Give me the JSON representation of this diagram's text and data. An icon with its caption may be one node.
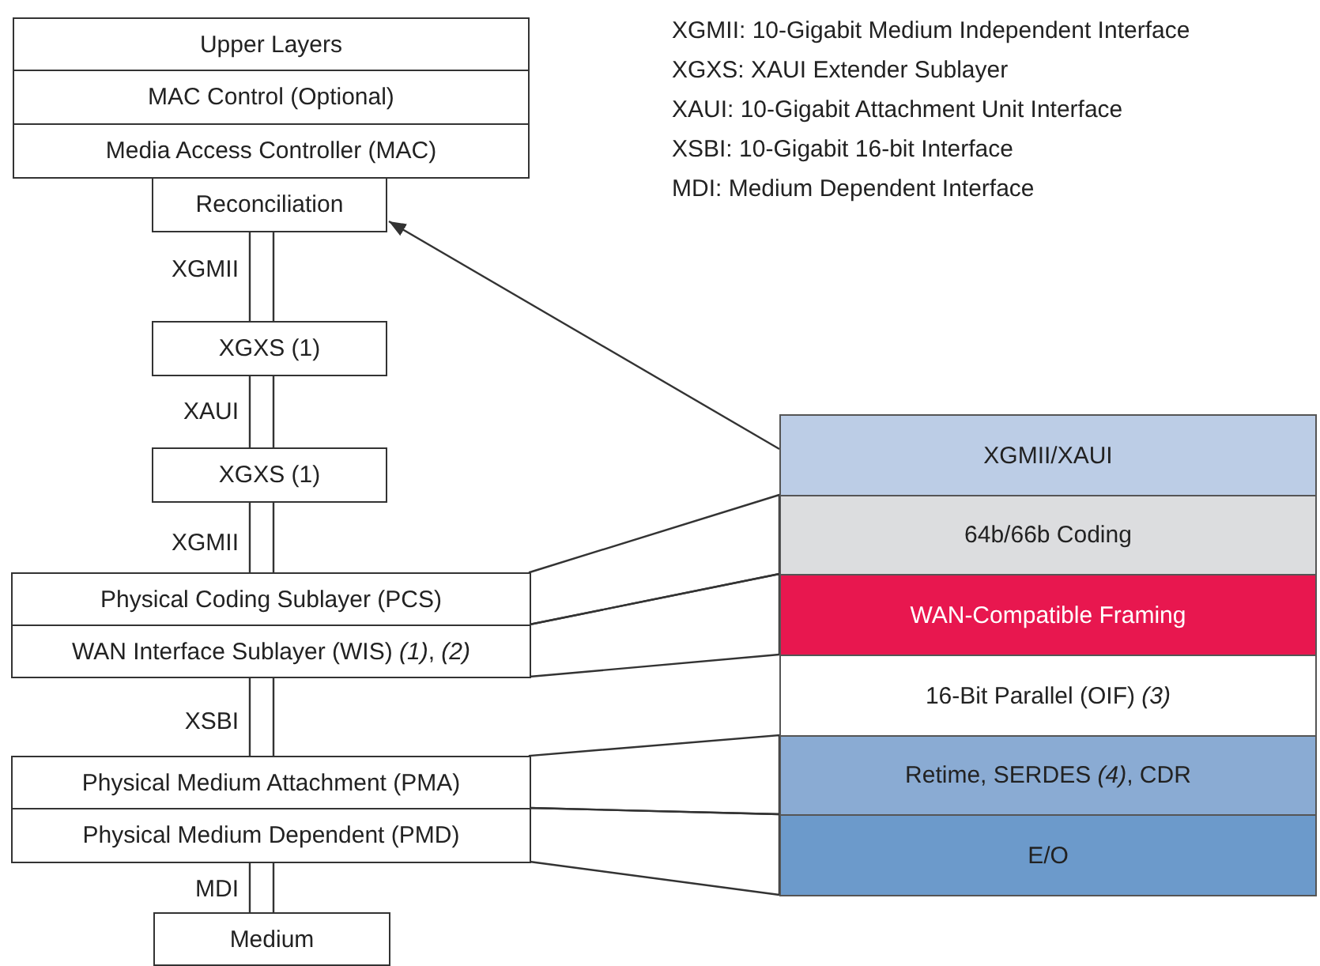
{
  "diagram": {
    "nodes": [
      {
        "text": [
          "Upper Layers"
        ]
      },
      {
        "text": [
          "MAC Control (Optional)"
        ]
      },
      {
        "text": [
          "Media Access Controller (MAC)"
        ]
      },
      {
        "text": [
          "Reconciliation"
        ]
      },
      {
        "text": [
          "XGXS (1)"
        ]
      },
      {
        "text": [
          "XGXS (1)"
        ]
      },
      {
        "text": [
          "Physical Coding Sublayer (PCS)"
        ]
      },
      {
        "text": [
          "WAN Interface Sublayer (WIS) *(1)*, *(2)*"
        ]
      },
      {
        "text": [
          "Physical Medium Attachment (PMA)"
        ]
      },
      {
        "text": [
          "Physical Medium Dependent (PMD)"
        ]
      },
      {
        "text": [
          "Medium"
        ]
      },
      {
        "text": [
          "XGMII/XAUI"
        ]
      },
      {
        "text": [
          "64b/66b Coding"
        ]
      },
      {
        "text": [
          "WAN-Compatible Framing"
        ]
      },
      {
        "text": [
          "16-Bit Parallel (OIF) *(3)*"
        ]
      },
      {
        "text": [
          "Retime, SERDES *(4)*, CDR"
        ]
      },
      {
        "text": [
          "E/O"
        ]
      }
    ],
    "edges": [
      {
        "from": 3,
        "to": 4,
        "arrow": "none",
        "label": "XGMII"
      },
      {
        "from": 4,
        "to": 5,
        "arrow": "none",
        "label": "XAUI"
      },
      {
        "from": 5,
        "to": 6,
        "arrow": "none",
        "label": "XGMII"
      },
      {
        "from": 7,
        "to": 8,
        "arrow": "none",
        "label": "XSBI"
      },
      {
        "from": 9,
        "to": 10,
        "arrow": "none",
        "label": "MDI"
      },
      {
        "from": 11,
        "to": 3,
        "arrow": "to"
      },
      {
        "from": 6,
        "to": 12,
        "arrow": "none"
      },
      {
        "from": 7,
        "to": 13,
        "arrow": "none"
      },
      {
        "from": 8,
        "to": 15,
        "arrow": "none"
      },
      {
        "from": 9,
        "to": 16,
        "arrow": "none"
      }
    ],
    "labels": [
      "XGMII: 10-Gigabit Medium Independent Interface",
      "XGXS: XAUI Extender Sublayer",
      "XAUI: 10-Gigabit Attachment Unit Interface",
      "XSBI: 10-Gigabit 16-bit Interface",
      "MDI: Medium Dependent Interface"
    ]
  }
}
